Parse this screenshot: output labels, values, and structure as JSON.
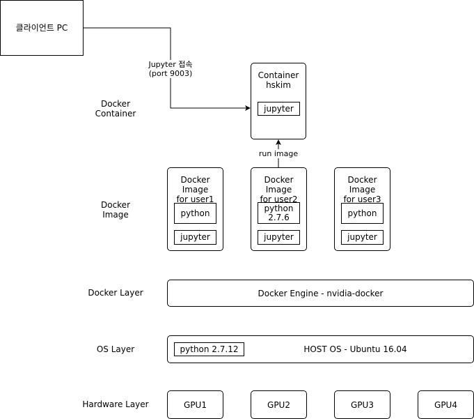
{
  "client": {
    "label": "클라이언트 PC"
  },
  "edges": {
    "jupyter_connect": "Jupyter 접속\n(port 9003)",
    "run_image": "run image"
  },
  "layers": {
    "docker_container": "Docker\nContainer",
    "docker_image": "Docker\nImage",
    "docker_layer": "Docker Layer",
    "os_layer": "OS Layer",
    "hardware_layer": "Hardware Layer"
  },
  "container": {
    "title": "Container\nhskim",
    "app": "jupyter"
  },
  "images": [
    {
      "title": "Docker Image\nfor user1",
      "python": "python",
      "jupyter": "jupyter"
    },
    {
      "title": "Docker Image\nfor user2",
      "python": "python\n2.7.6",
      "jupyter": "jupyter"
    },
    {
      "title": "Docker Image\nfor user3",
      "python": "python",
      "jupyter": "jupyter"
    }
  ],
  "engine": {
    "label": "Docker Engine - nvidia-docker"
  },
  "host": {
    "label": "HOST OS - Ubuntu 16.04",
    "python": "python 2.7.12"
  },
  "gpus": [
    "GPU1",
    "GPU2",
    "GPU3",
    "GPU4"
  ]
}
